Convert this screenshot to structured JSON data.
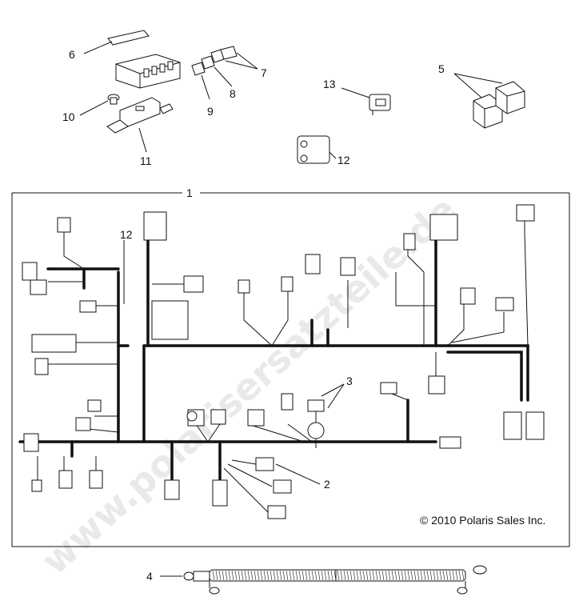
{
  "watermark": "www.polarisersatzteile.de",
  "copyright": "© 2010 Polaris Sales Inc.",
  "callouts": {
    "c1": "1",
    "c2": "2",
    "c3": "3",
    "c4": "4",
    "c5": "5",
    "c6": "6",
    "c7": "7",
    "c8": "8",
    "c9": "9",
    "c10": "10",
    "c11": "11",
    "c12a": "12",
    "c12b": "12",
    "c13": "13"
  },
  "colors": {
    "line": "#111111",
    "harness": "#1a1a1a",
    "watermark": "#e9e9e9"
  }
}
